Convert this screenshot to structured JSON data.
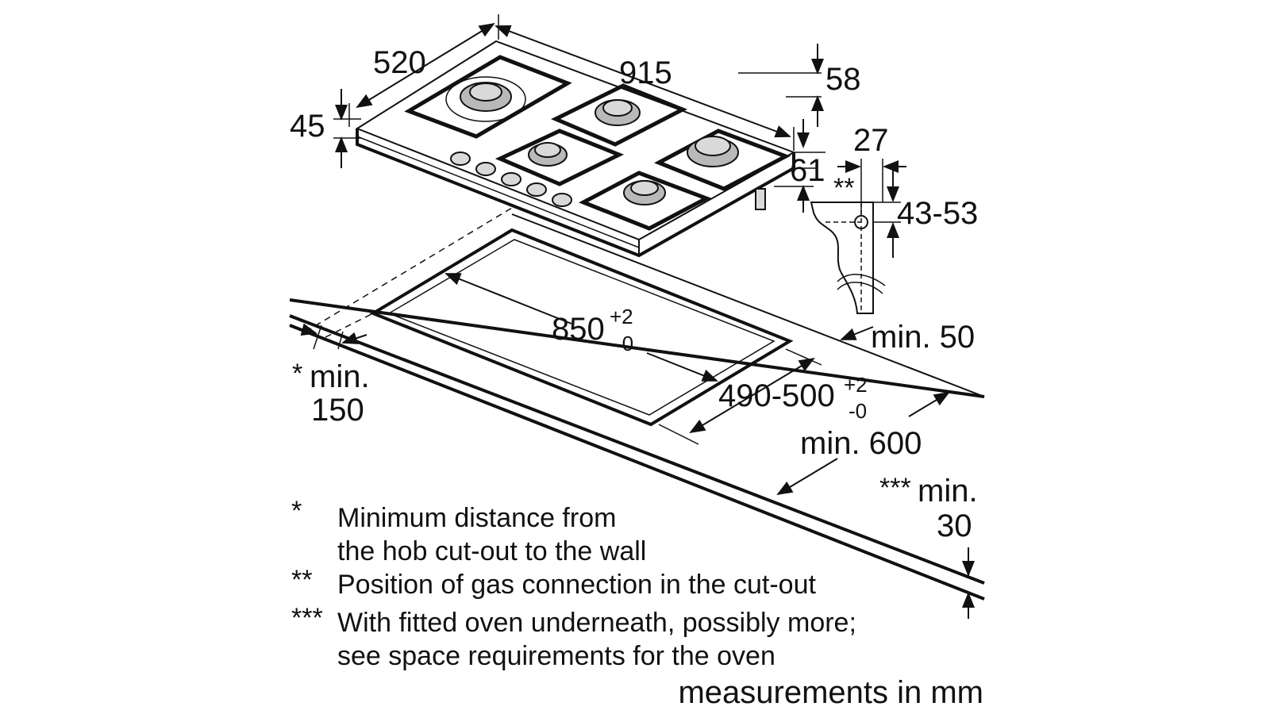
{
  "dimensions": {
    "depth": "520",
    "width": "915",
    "height_total": "58",
    "height_top": "45",
    "connection_h": "27",
    "connection_offset": "61",
    "gas_marker": "**",
    "connection_range": "43-53",
    "cutout_width_main": "850",
    "cutout_width_tol_plus": "+2",
    "cutout_width_tol_minus": "-0",
    "cutout_depth_main": "490-500",
    "cutout_depth_tol_plus": "+2",
    "cutout_depth_tol_minus": "-0",
    "min_back": "min. 50",
    "min_front": "min. 600",
    "min_wall_star": "*",
    "min_wall_label": "min.",
    "min_wall_value": "150",
    "min_below_stars": "***",
    "min_below_label": "min.",
    "min_below_value": "30"
  },
  "notes": [
    {
      "marker": "*",
      "lines": [
        "Minimum distance from",
        "the hob cut-out to the wall"
      ]
    },
    {
      "marker": "**",
      "lines": [
        "Position of gas connection in the cut-out"
      ]
    },
    {
      "marker": "***",
      "lines": [
        "With fitted oven underneath, possibly more;",
        "see space requirements for the oven"
      ]
    }
  ],
  "units_caption": "measurements in mm"
}
